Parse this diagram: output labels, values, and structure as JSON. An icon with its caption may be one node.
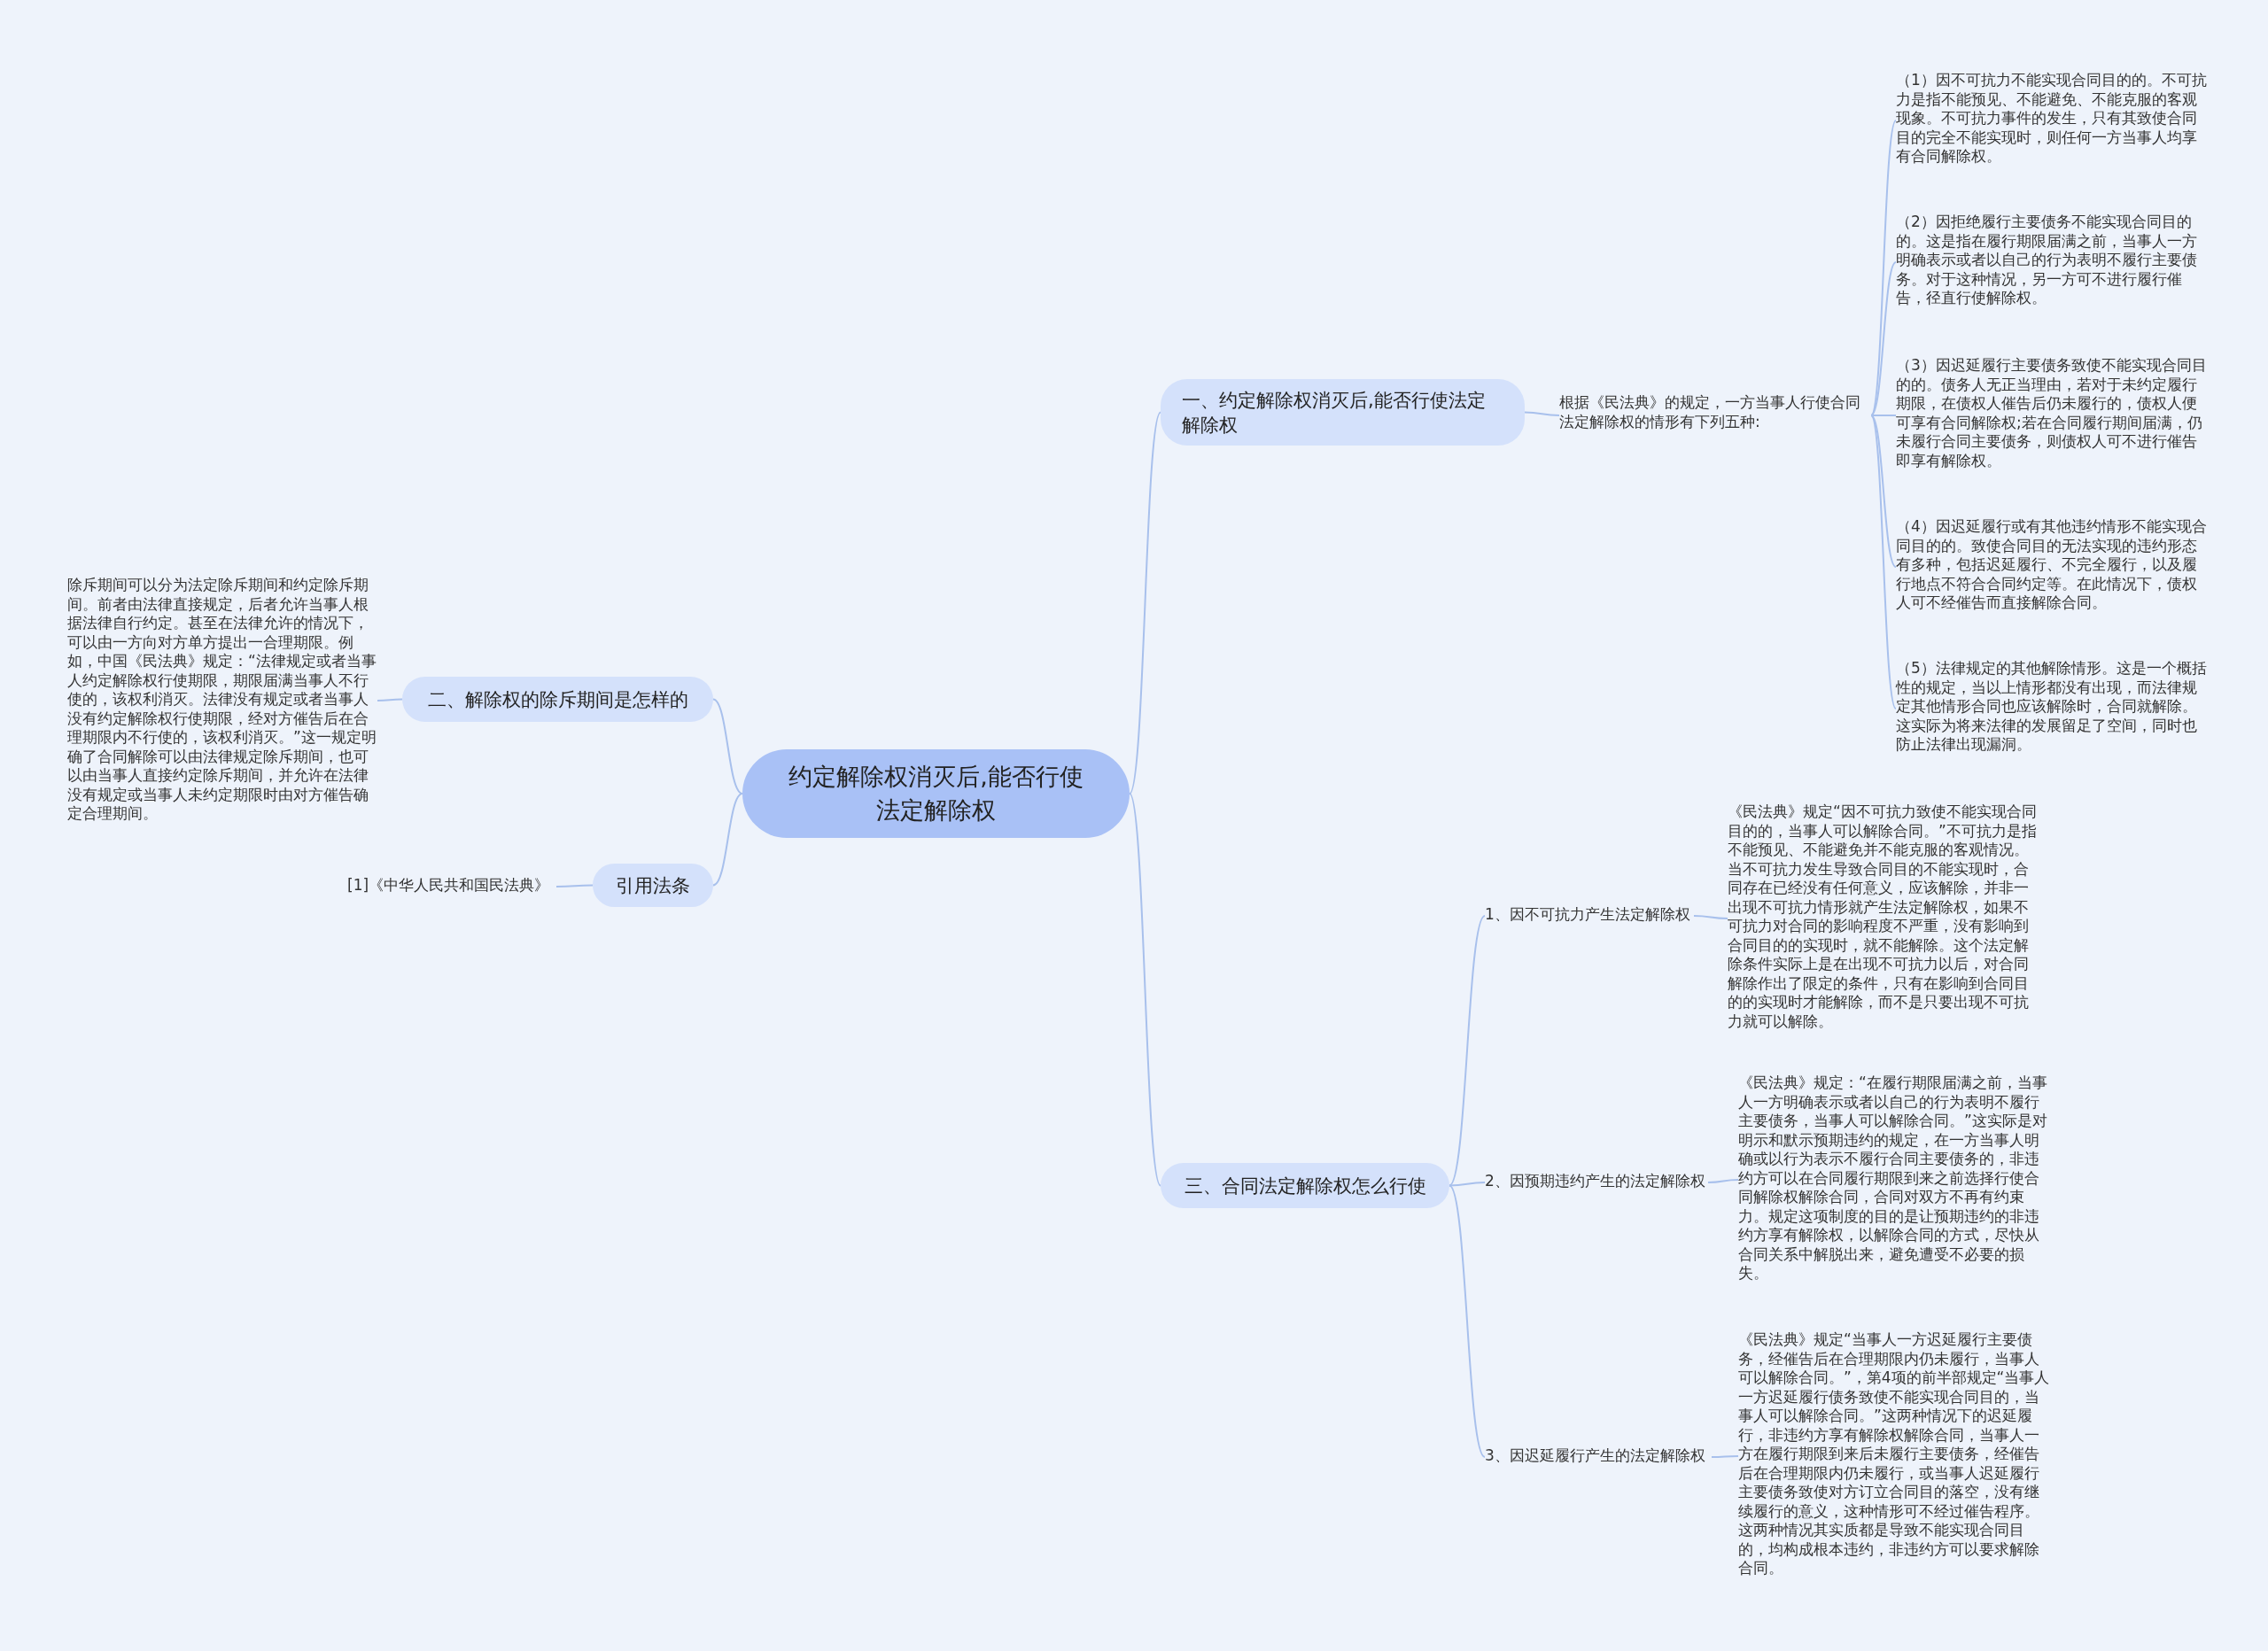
{
  "diagram": {
    "nodes": [
      {
        "text": [
          "约定解除权消灭后,能否行使法定解除权"
        ]
      },
      {
        "text": [
          "一、约定解除权消灭后,能否行使法定解除权"
        ]
      },
      {
        "text": [
          "根据《民法典》的规定，一方当事人行使合同法定解除权的情形有下列五种:"
        ]
      },
      {
        "text": [
          "（1）因不可抗力不能实现合同目的的。不可抗力是指不能预见、不能避免、不能克服的客观现象。不可抗力事件的发生，只有其致使合同目的完全不能实现时，则任何一方当事人均享有合同解除权。"
        ]
      },
      {
        "text": [
          "（2）因拒绝履行主要债务不能实现合同目的的。这是指在履行期限届满之前，当事人一方明确表示或者以自己的行为表明不履行主要债务。对于这种情况，另一方可不进行履行催告，径直行使解除权。"
        ]
      },
      {
        "text": [
          "（3）因迟延履行主要债务致使不能实现合同目的的。债务人无正当理由，若对于未约定履行期限，在债权人催告后仍未履行的，债权人便可享有合同解除权;若在合同履行期间届满，仍未履行合同主要债务，则债权人可不进行催告即享有解除权。"
        ]
      },
      {
        "text": [
          "（4）因迟延履行或有其他违约情形不能实现合同目的的。致使合同目的无法实现的违约形态有多种，包括迟延履行、不完全履行，以及履行地点不符合合同约定等。在此情况下，债权人可不经催告而直接解除合同。"
        ]
      },
      {
        "text": [
          "（5）法律规定的其他解除情形。这是一个概括性的规定，当以上情形都没有出现，而法律规定其他情形合同也应该解除时，合同就解除。这实际为将来法律的发展留足了空间，同时也防止法律出现漏洞。"
        ]
      },
      {
        "text": [
          "二、解除权的除斥期间是怎样的"
        ]
      },
      {
        "text": [
          "除斥期间可以分为法定除斥期间和约定除斥期间。前者由法律直接规定，后者允许当事人根据法律自行约定。甚至在法律允许的情况下，可以由一方向对方单方提出一合理期限。例如，中国《民法典》规定：“法律规定或者当事人约定解除权行使期限，期限届满当事人不行使的，该权利消灭。法律没有规定或者当事人没有约定解除权行使期限，经对方催告后在合理期限内不行使的，该权利消灭。”这一规定明确了合同解除可以由法律规定除斥期间，也可以由当事人直接约定除斥期间，并允许在法律没有规定或当事人未约定期限时由对方催告确定合理期间。"
        ]
      },
      {
        "text": [
          "引用法条"
        ]
      },
      {
        "text": [
          "[1]《中华人民共和国民法典》"
        ]
      },
      {
        "text": [
          "三、合同法定解除权怎么行使"
        ]
      },
      {
        "text": [
          "1、因不可抗力产生法定解除权"
        ]
      },
      {
        "text": [
          "《民法典》规定“因不可抗力致使不能实现合同目的的，当事人可以解除合同。”不可抗力是指不能预见、不能避免并不能克服的客观情况。当不可抗力发生导致合同目的不能实现时，合同存在已经没有任何意义，应该解除，并非一出现不可抗力情形就产生法定解除权，如果不可抗力对合同的影响程度不严重，没有影响到合同目的的实现时，就不能解除。这个法定解除条件实际上是在出现不可抗力以后，对合同解除作出了限定的条件，只有在影响到合同目的的实现时才能解除，而不是只要出现不可抗力就可以解除。"
        ]
      },
      {
        "text": [
          "2、因预期违约产生的法定解除权"
        ]
      },
      {
        "text": [
          "《民法典》规定：“在履行期限届满之前，当事人一方明确表示或者以自己的行为表明不履行主要债务，当事人可以解除合同。”这实际是对明示和默示预期违约的规定，在一方当事人明确或以行为表示不履行合同主要债务的，非违约方可以在合同履行期限到来之前选择行使合同解除权解除合同，合同对双方不再有约束力。规定这项制度的目的是让预期违约的非违约方享有解除权，以解除合同的方式，尽快从合同关系中解脱出来，避免遭受不必要的损失。"
        ]
      },
      {
        "text": [
          "3、因迟延履行产生的法定解除权"
        ]
      },
      {
        "text": [
          "《民法典》规定“当事人一方迟延履行主要债务，经催告后在合理期限内仍未履行，当事人可以解除合同。”，第4项的前半部规定“当事人一方迟延履行债务致使不能实现合同目的，当事人可以解除合同。”这两种情况下的迟延履行，非违约方享有解除权解除合同，当事人一方在履行期限到来后未履行主要债务，经催告后在合理期限内仍未履行，或当事人迟延履行主要债务致使对方订立合同目的落空，没有继续履行的意义，这种情形可不经过催告程序。这两种情况其实质都是导致不能实现合同目的，均构成根本违约，非违约方可以要求解除合同。"
        ]
      }
    ],
    "edges": [
      {
        "from": 0,
        "to": 1,
        "arrow": "none"
      },
      {
        "from": 1,
        "to": 2,
        "arrow": "none"
      },
      {
        "from": 2,
        "to": 3,
        "arrow": "none"
      },
      {
        "from": 2,
        "to": 4,
        "arrow": "none"
      },
      {
        "from": 2,
        "to": 5,
        "arrow": "none"
      },
      {
        "from": 2,
        "to": 6,
        "arrow": "none"
      },
      {
        "from": 2,
        "to": 7,
        "arrow": "none"
      },
      {
        "from": 0,
        "to": 8,
        "arrow": "none"
      },
      {
        "from": 8,
        "to": 9,
        "arrow": "none"
      },
      {
        "from": 0,
        "to": 10,
        "arrow": "none"
      },
      {
        "from": 10,
        "to": 11,
        "arrow": "none"
      },
      {
        "from": 0,
        "to": 12,
        "arrow": "none"
      },
      {
        "from": 12,
        "to": 13,
        "arrow": "none"
      },
      {
        "from": 13,
        "to": 14,
        "arrow": "none"
      },
      {
        "from": 12,
        "to": 15,
        "arrow": "none"
      },
      {
        "from": 15,
        "to": 16,
        "arrow": "none"
      },
      {
        "from": 12,
        "to": 17,
        "arrow": "none"
      },
      {
        "from": 17,
        "to": 18,
        "arrow": "none"
      }
    ]
  }
}
